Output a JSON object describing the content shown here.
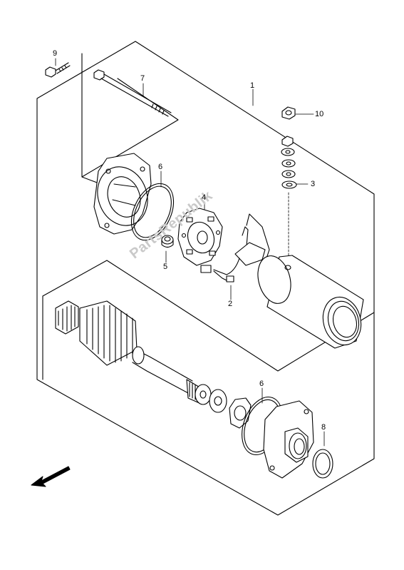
{
  "watermark": "PartsRepublik",
  "callouts": {
    "c1": "1",
    "c2": "2",
    "c3": "3",
    "c4": "4",
    "c5": "5",
    "c6a": "6",
    "c6b": "6",
    "c7": "7",
    "c8": "8",
    "c9": "9",
    "c10": "10"
  },
  "parts": [
    {
      "ref": "1",
      "icon": "starter-motor-assembly-icon"
    },
    {
      "ref": "2",
      "icon": "brush-set-icon"
    },
    {
      "ref": "3",
      "icon": "washer-nut-set-icon"
    },
    {
      "ref": "4",
      "icon": "brush-holder-plate-icon"
    },
    {
      "ref": "5",
      "icon": "bushing-icon"
    },
    {
      "ref": "6",
      "icon": "o-ring-icon"
    },
    {
      "ref": "7",
      "icon": "through-bolt-icon"
    },
    {
      "ref": "8",
      "icon": "o-ring-icon"
    },
    {
      "ref": "9",
      "icon": "bolt-icon"
    },
    {
      "ref": "10",
      "icon": "nut-icon"
    }
  ]
}
